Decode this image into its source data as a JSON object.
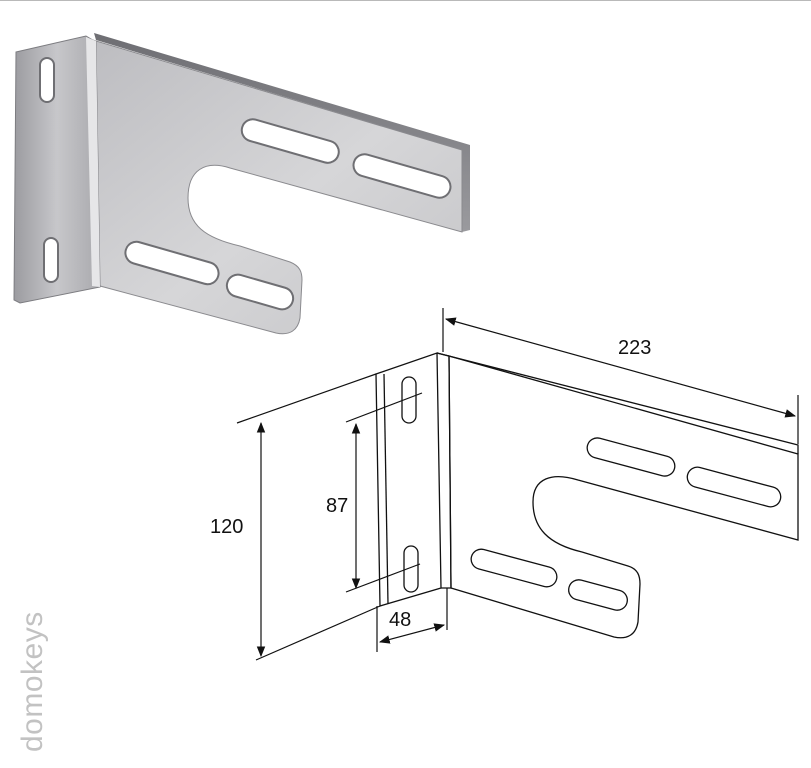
{
  "dimensions": {
    "length": "223",
    "height": "120",
    "hole_spacing": "87",
    "depth": "48"
  },
  "watermark": "domokeys",
  "colors": {
    "metal_light": "#d4d4d6",
    "metal_dark": "#8e8e92",
    "line": "#111111",
    "watermark": "#c2c2c2"
  }
}
